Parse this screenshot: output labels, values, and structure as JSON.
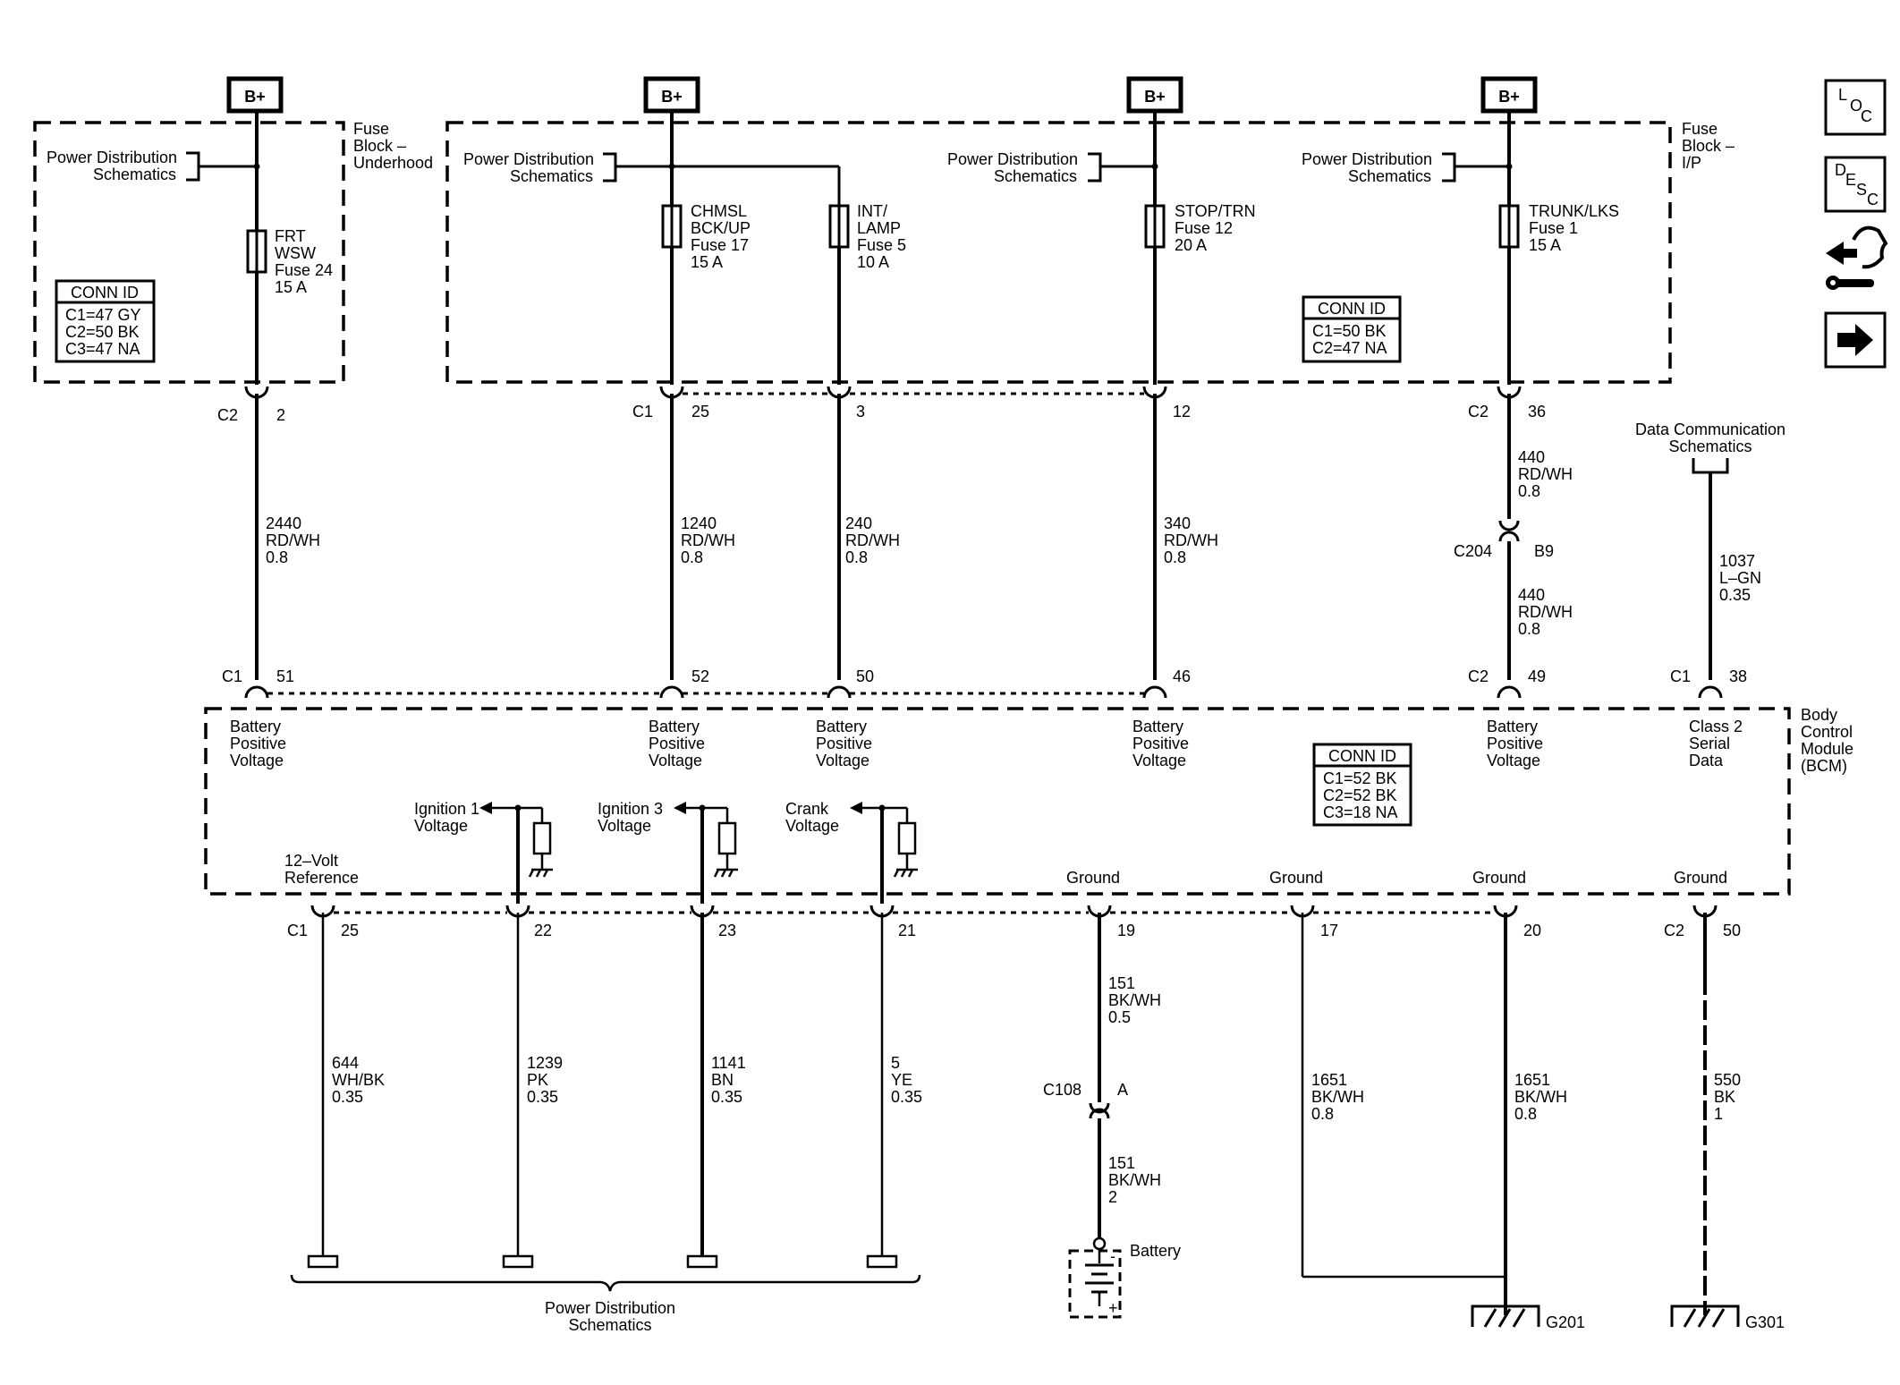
{
  "source_b_plus": [
    "B+",
    "B+",
    "B+",
    "B+"
  ],
  "fuse_block_underhood": {
    "title": [
      "Fuse",
      "Block –",
      "Underhood"
    ],
    "pd_ref": [
      "Power Distribution",
      "Schematics"
    ],
    "fuse": [
      "FRT",
      "WSW",
      "Fuse 24",
      "15 A"
    ],
    "conn_id": {
      "header": "CONN ID",
      "rows": [
        "C1=47 GY",
        "C2=50 BK",
        "C3=47 NA"
      ]
    }
  },
  "fuse_block_ip": {
    "title": [
      "Fuse",
      "Block –",
      "I/P"
    ],
    "pd_refs": [
      [
        "Power Distribution",
        "Schematics"
      ],
      [
        "Power Distribution",
        "Schematics"
      ],
      [
        "Power Distribution",
        "Schematics"
      ]
    ],
    "fuses": [
      [
        "CHMSL",
        "BCK/UP",
        "Fuse 17",
        "15 A"
      ],
      [
        "INT/",
        "LAMP",
        "Fuse 5",
        "10 A"
      ],
      [
        "STOP/TRN",
        "Fuse 12",
        "20 A"
      ],
      [
        "TRUNK/LKS",
        "Fuse 1",
        "15 A"
      ]
    ],
    "conn_id": {
      "header": "CONN ID",
      "rows": [
        "C1=50 BK",
        "C2=47 NA"
      ]
    }
  },
  "upper_connectors": {
    "c2": "C2",
    "c2_pin": "2",
    "c1": "C1",
    "c1_pins": [
      "25",
      "3",
      "12"
    ],
    "c2b": "C2",
    "c2b_pin": "36"
  },
  "upper_wires": [
    [
      "2440",
      "RD/WH",
      "0.8"
    ],
    [
      "1240",
      "RD/WH",
      "0.8"
    ],
    [
      "240",
      "RD/WH",
      "0.8"
    ],
    [
      "340",
      "RD/WH",
      "0.8"
    ],
    [
      "440",
      "RD/WH",
      "0.8"
    ],
    [
      "440",
      "RD/WH",
      "0.8"
    ],
    [
      "1037",
      "L–GN",
      "0.35"
    ]
  ],
  "c204": {
    "name": "C204",
    "pin": "B9"
  },
  "data_comm": [
    "Data Communication",
    "Schematics"
  ],
  "bcm_top_connectors": {
    "c1": "C1",
    "c2": "C2",
    "c1b": "C1",
    "pins": [
      "51",
      "52",
      "50",
      "46",
      "49",
      "38"
    ]
  },
  "bcm": {
    "title": [
      "Body",
      "Control",
      "Module",
      "(BCM)"
    ],
    "top_labels": [
      [
        "Battery",
        "Positive",
        "Voltage"
      ],
      [
        "Battery",
        "Positive",
        "Voltage"
      ],
      [
        "Battery",
        "Positive",
        "Voltage"
      ],
      [
        "Battery",
        "Positive",
        "Voltage"
      ],
      [
        "Battery",
        "Positive",
        "Voltage"
      ],
      [
        "Class 2",
        "Serial",
        "Data"
      ]
    ],
    "conn_id": {
      "header": "CONN ID",
      "rows": [
        "C1=52 BK",
        "C2=52 BK",
        "C3=18 NA"
      ]
    },
    "inputs": [
      [
        "Ignition 1",
        "Voltage"
      ],
      [
        "Ignition 3",
        "Voltage"
      ],
      [
        "Crank",
        "Voltage"
      ]
    ],
    "bottom_labels": [
      [
        "12–Volt",
        "Reference"
      ],
      [
        "Ground"
      ],
      [
        "Ground"
      ],
      [
        "Ground"
      ],
      [
        "Ground"
      ]
    ]
  },
  "bcm_bottom_connectors": {
    "c1": "C1",
    "c2": "C2",
    "pins": [
      "25",
      "22",
      "23",
      "21",
      "19",
      "17",
      "20",
      "50"
    ]
  },
  "lower_wires": [
    [
      "644",
      "WH/BK",
      "0.35"
    ],
    [
      "1239",
      "PK",
      "0.35"
    ],
    [
      "1141",
      "BN",
      "0.35"
    ],
    [
      "5",
      "YE",
      "0.35"
    ],
    [
      "151",
      "BK/WH",
      "0.5"
    ],
    [
      "151",
      "BK/WH",
      "2"
    ],
    [
      "1651",
      "BK/WH",
      "0.8"
    ],
    [
      "1651",
      "BK/WH",
      "0.8"
    ],
    [
      "550",
      "BK",
      "1"
    ]
  ],
  "c108": {
    "name": "C108",
    "pin": "A"
  },
  "battery": {
    "label": "Battery",
    "minus": "-",
    "plus": "+"
  },
  "grounds": [
    "G201",
    "G301"
  ],
  "pd_bottom": [
    "Power Distribution",
    "Schematics"
  ],
  "nav": {
    "loc": [
      "L",
      "O",
      "C"
    ],
    "desc": [
      "D",
      "E",
      "S",
      "C"
    ],
    "arrow": "➡"
  }
}
